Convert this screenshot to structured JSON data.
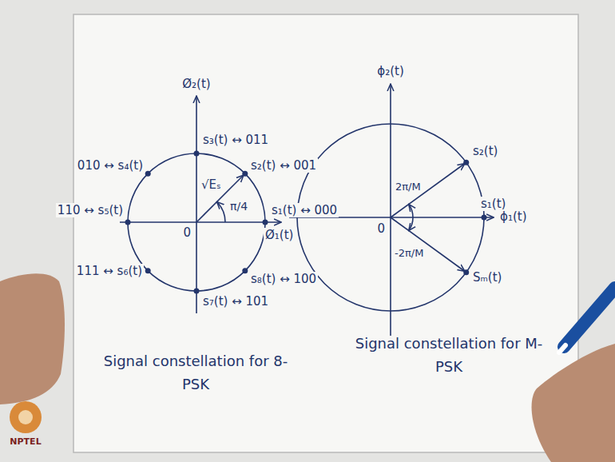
{
  "diagram": {
    "labels": [
      "Ø₂(t)",
      "s₃(t) ↔ 011",
      "010 ↔ s₄(t)",
      "s₂(t) ↔ 001",
      "√Eₛ",
      "π/4",
      "110 ↔ s₅(t)",
      "s₁(t) ↔ 000",
      "0",
      "Ø₁(t)",
      "111 ↔ s₆(t)",
      "s₈(t) ↔ 100",
      "s₇(t) ↔ 101",
      "Signal constellation for 8-PSK",
      "ϕ₂(t)",
      "s₂(t)",
      "2π/M",
      "s₁(t)",
      "ϕ₁(t)",
      "0",
      "-2π/M",
      "Sₘ(t)",
      "Signal constellation for M-PSK",
      "NPTEL"
    ]
  }
}
